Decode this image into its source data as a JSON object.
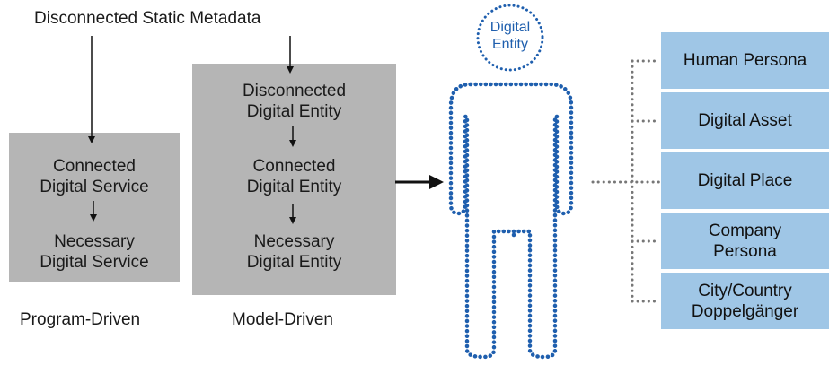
{
  "top_label": "Disconnected Static Metadata",
  "program_driven": {
    "box_line1_a": "Connected",
    "box_line1_b": "Digital Service",
    "box_line2_a": "Necessary",
    "box_line2_b": "Digital Service",
    "caption": "Program-Driven"
  },
  "model_driven": {
    "line1_a": "Disconnected",
    "line1_b": "Digital Entity",
    "line2_a": "Connected",
    "line2_b": "Digital Entity",
    "line3_a": "Necessary",
    "line3_b": "Digital Entity",
    "caption": "Model-Driven"
  },
  "entity": {
    "head_line1": "Digital",
    "head_line2": "Entity"
  },
  "personas": [
    {
      "line1": "Human Persona",
      "line2": ""
    },
    {
      "line1": "Digital Asset",
      "line2": ""
    },
    {
      "line1": "Digital Place",
      "line2": ""
    },
    {
      "line1": "Company",
      "line2": "Persona"
    },
    {
      "line1": "City/Country",
      "line2": "Doppelgänger"
    }
  ],
  "colors": {
    "gray_box": "#b5b5b5",
    "blue_box": "#9fc6e6",
    "dot_blue": "#1f5fae",
    "dot_gray": "#777777"
  }
}
